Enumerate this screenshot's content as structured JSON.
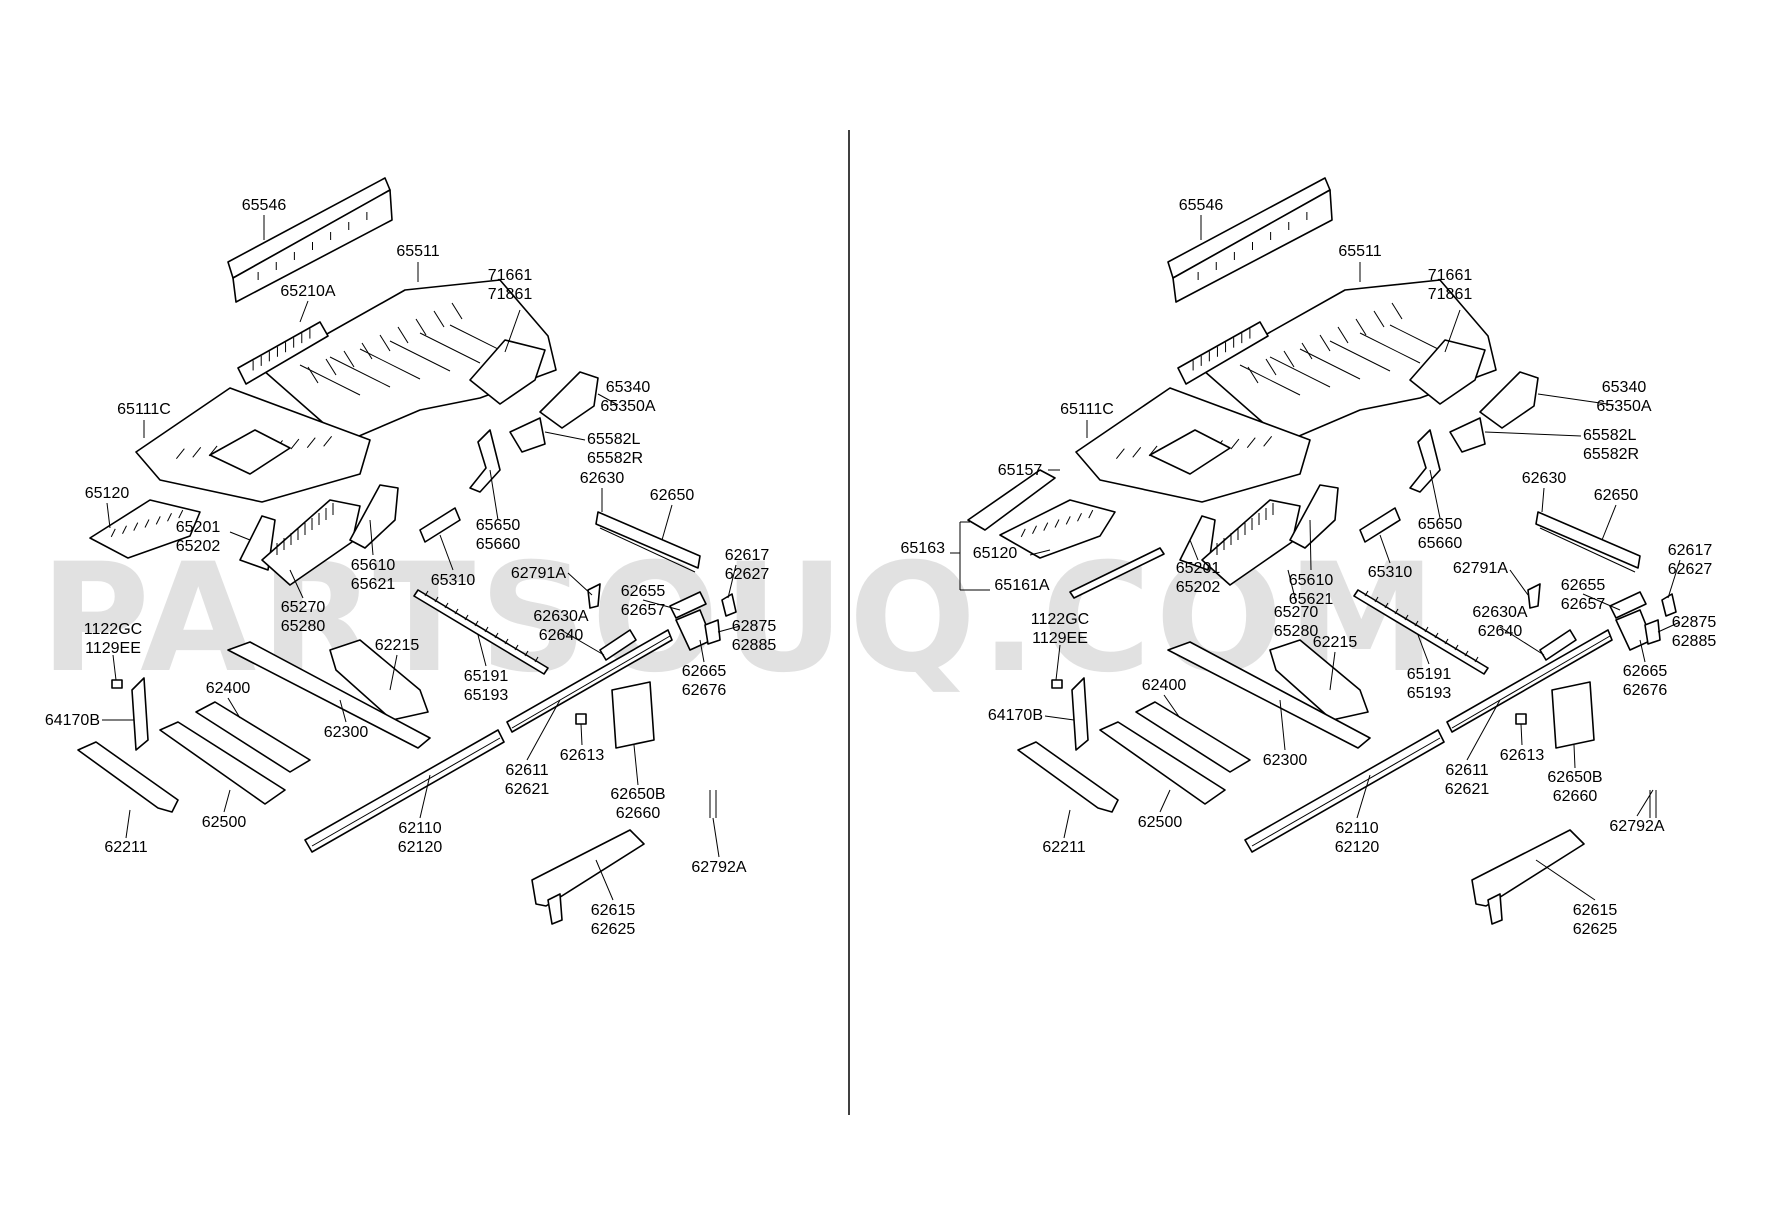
{
  "watermark": "PARTSOUQ.COM",
  "left_labels": [
    {
      "id": "65546",
      "lines": [
        "65546"
      ]
    },
    {
      "id": "65210A",
      "lines": [
        "65210A"
      ]
    },
    {
      "id": "65511",
      "lines": [
        "65511"
      ]
    },
    {
      "id": "71661",
      "lines": [
        "71661",
        "71861"
      ]
    },
    {
      "id": "65111C",
      "lines": [
        "65111C"
      ]
    },
    {
      "id": "65340",
      "lines": [
        "65340",
        "65350A"
      ]
    },
    {
      "id": "65582L",
      "lines": [
        "65582L",
        "65582R"
      ]
    },
    {
      "id": "65120",
      "lines": [
        "65120"
      ]
    },
    {
      "id": "62630",
      "lines": [
        "62630"
      ]
    },
    {
      "id": "62650",
      "lines": [
        "62650"
      ]
    },
    {
      "id": "65650",
      "lines": [
        "65650",
        "65660"
      ]
    },
    {
      "id": "65201",
      "lines": [
        "65201",
        "65202"
      ]
    },
    {
      "id": "65610",
      "lines": [
        "65610",
        "65621"
      ]
    },
    {
      "id": "65310",
      "lines": [
        "65310"
      ]
    },
    {
      "id": "62791A",
      "lines": [
        "62791A"
      ]
    },
    {
      "id": "62617",
      "lines": [
        "62617",
        "62627"
      ]
    },
    {
      "id": "62655",
      "lines": [
        "62655",
        "62657"
      ]
    },
    {
      "id": "65270",
      "lines": [
        "65270",
        "65280"
      ]
    },
    {
      "id": "62630A",
      "lines": [
        "62630A",
        "62640"
      ]
    },
    {
      "id": "62875",
      "lines": [
        "62875",
        "62885"
      ]
    },
    {
      "id": "1122GC",
      "lines": [
        "1122GC",
        "1129EE"
      ]
    },
    {
      "id": "62215",
      "lines": [
        "62215"
      ]
    },
    {
      "id": "65191",
      "lines": [
        "65191",
        "65193"
      ]
    },
    {
      "id": "62665",
      "lines": [
        "62665",
        "62676"
      ]
    },
    {
      "id": "62400",
      "lines": [
        "62400"
      ]
    },
    {
      "id": "64170B",
      "lines": [
        "64170B"
      ]
    },
    {
      "id": "62300",
      "lines": [
        "62300"
      ]
    },
    {
      "id": "62613",
      "lines": [
        "62613"
      ]
    },
    {
      "id": "62611",
      "lines": [
        "62611",
        "62621"
      ]
    },
    {
      "id": "62650B",
      "lines": [
        "62650B",
        "62660"
      ]
    },
    {
      "id": "62500",
      "lines": [
        "62500"
      ]
    },
    {
      "id": "62110",
      "lines": [
        "62110",
        "62120"
      ]
    },
    {
      "id": "62211",
      "lines": [
        "62211"
      ]
    },
    {
      "id": "62792A",
      "lines": [
        "62792A"
      ]
    },
    {
      "id": "62615",
      "lines": [
        "62615",
        "62625"
      ]
    }
  ],
  "right_labels": [
    {
      "id": "65546",
      "lines": [
        "65546"
      ]
    },
    {
      "id": "65511",
      "lines": [
        "65511"
      ]
    },
    {
      "id": "71661",
      "lines": [
        "71661",
        "71861"
      ]
    },
    {
      "id": "65111C",
      "lines": [
        "65111C"
      ]
    },
    {
      "id": "65340",
      "lines": [
        "65340",
        "65350A"
      ]
    },
    {
      "id": "65582L",
      "lines": [
        "65582L",
        "65582R"
      ]
    },
    {
      "id": "65157",
      "lines": [
        "65157"
      ]
    },
    {
      "id": "62630",
      "lines": [
        "62630"
      ]
    },
    {
      "id": "62650",
      "lines": [
        "62650"
      ]
    },
    {
      "id": "65650",
      "lines": [
        "65650",
        "65660"
      ]
    },
    {
      "id": "65163",
      "lines": [
        "65163"
      ]
    },
    {
      "id": "65120",
      "lines": [
        "65120"
      ]
    },
    {
      "id": "62617",
      "lines": [
        "62617",
        "62627"
      ]
    },
    {
      "id": "62791A",
      "lines": [
        "62791A"
      ]
    },
    {
      "id": "65310",
      "lines": [
        "65310"
      ]
    },
    {
      "id": "65161A",
      "lines": [
        "65161A"
      ]
    },
    {
      "id": "65201",
      "lines": [
        "65201",
        "65202"
      ]
    },
    {
      "id": "65270",
      "lines": [
        "65270",
        "65280"
      ]
    },
    {
      "id": "65610",
      "lines": [
        "65610",
        "65621"
      ]
    },
    {
      "id": "62655",
      "lines": [
        "62655",
        "62657"
      ]
    },
    {
      "id": "1122GC",
      "lines": [
        "1122GC",
        "1129EE"
      ]
    },
    {
      "id": "62630A",
      "lines": [
        "62630A",
        "62640"
      ]
    },
    {
      "id": "62875",
      "lines": [
        "62875",
        "62885"
      ]
    },
    {
      "id": "62215",
      "lines": [
        "62215"
      ]
    },
    {
      "id": "65191",
      "lines": [
        "65191",
        "65193"
      ]
    },
    {
      "id": "62665",
      "lines": [
        "62665",
        "62676"
      ]
    },
    {
      "id": "62400",
      "lines": [
        "62400"
      ]
    },
    {
      "id": "64170B",
      "lines": [
        "64170B"
      ]
    },
    {
      "id": "62613",
      "lines": [
        "62613"
      ]
    },
    {
      "id": "62300",
      "lines": [
        "62300"
      ]
    },
    {
      "id": "62611",
      "lines": [
        "62611",
        "62621"
      ]
    },
    {
      "id": "62650B",
      "lines": [
        "62650B",
        "62660"
      ]
    },
    {
      "id": "62500",
      "lines": [
        "62500"
      ]
    },
    {
      "id": "62792A",
      "lines": [
        "62792A"
      ]
    },
    {
      "id": "62110",
      "lines": [
        "62110",
        "62120"
      ]
    },
    {
      "id": "62211",
      "lines": [
        "62211"
      ]
    },
    {
      "id": "62615",
      "lines": [
        "62615",
        "62625"
      ]
    }
  ]
}
